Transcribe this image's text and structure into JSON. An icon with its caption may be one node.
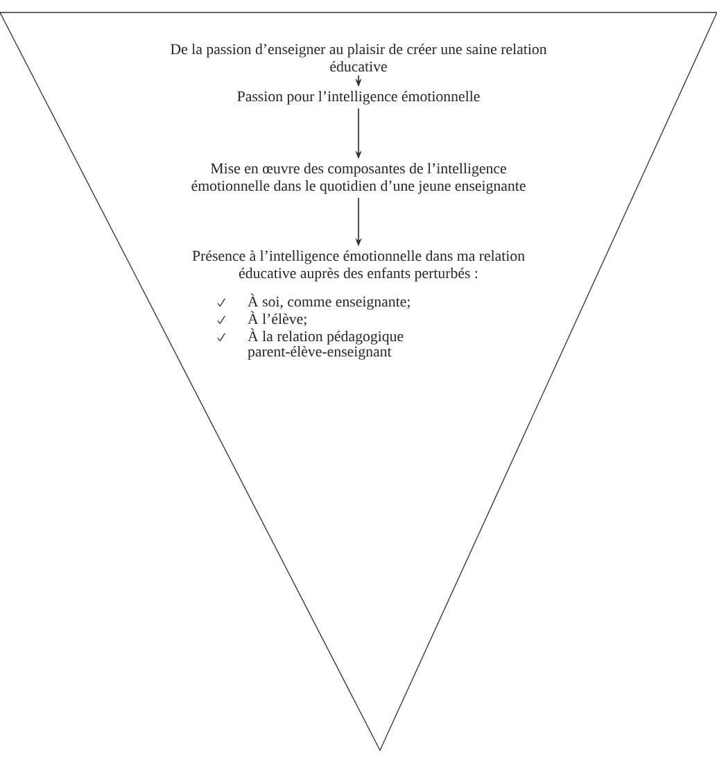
{
  "diagram": {
    "nodes": [
      {
        "text": [],
        "shape": "triangle"
      },
      {
        "text": [
          "De la passion d’enseigner au plaisir de créer une saine relation éducative"
        ],
        "in": 0
      },
      {
        "text": [
          "Passion pour l’intelligence émotionnelle"
        ],
        "in": 0
      },
      {
        "text": [
          "Mise en œuvre des composantes de l’intelligence émotionnelle dans le quotidien d’une jeune enseignante"
        ],
        "in": 0
      },
      {
        "text": [
          "Présence à l’intelligence émotionnelle dans ma relation éducative auprès des enfants perturbés :",
          "À soi, comme enseignante;",
          "À l’élève;",
          "À la relation pédagogique parent-élève-enseignant"
        ],
        "in": 0
      }
    ],
    "edges": [
      {
        "from": 1,
        "to": 2,
        "arrow": "to"
      },
      {
        "from": 2,
        "to": 3,
        "arrow": "to"
      },
      {
        "from": 3,
        "to": 4,
        "arrow": "to"
      }
    ]
  }
}
